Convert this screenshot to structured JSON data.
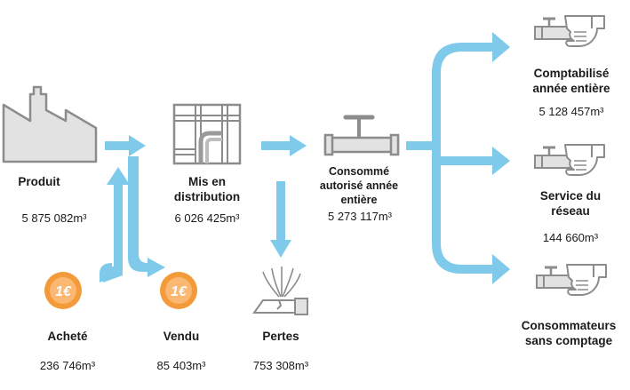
{
  "colors": {
    "flow": "#7fcaea",
    "icon_stroke": "#8c8c8c",
    "icon_fill": "#e2e2e2",
    "coin": "#f39a3a",
    "coin_inner": "#fbb872"
  },
  "icons": {
    "produit": "factory-icon",
    "distribution": "pipe-network-icon",
    "consomme": "valve-pipe-icon",
    "pertes": "leaking-pipe-icon",
    "achete": "euro-coin-icon",
    "vendu": "euro-coin-icon",
    "comptabilise": "hand-valve-icon",
    "service": "hand-valve-icon",
    "sans_comptage": "hand-valve-icon"
  },
  "coin_symbol": "1€",
  "nodes": {
    "produit": {
      "label": "Produit",
      "value": "5 875 082m³"
    },
    "distribution": {
      "label": "Mis en\ndistribution",
      "value": "6 026 425m³"
    },
    "consomme": {
      "label": "Consommé\nautorisé année\nentière",
      "value": "5 273 117m³"
    },
    "achete": {
      "label": "Acheté",
      "value": "236 746m³"
    },
    "vendu": {
      "label": "Vendu",
      "value": "85 403m³"
    },
    "pertes": {
      "label": "Pertes",
      "value": "753 308m³"
    },
    "comptabilise": {
      "label": "Comptabilisé\nannée entière",
      "value": "5 128 457m³"
    },
    "service": {
      "label": "Service du\nréseau",
      "value": "144 660m³"
    },
    "sans_comptage": {
      "label": "Consommateurs\nsans comptage",
      "value": ""
    }
  }
}
